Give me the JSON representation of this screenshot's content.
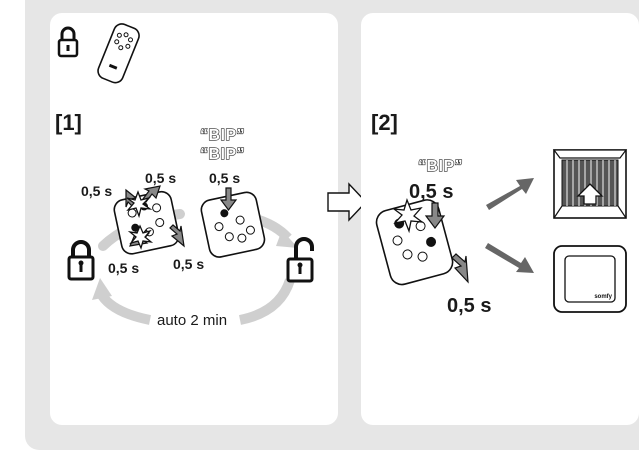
{
  "panel1": {
    "step_label": "[1]",
    "bip_top": "“BIP”",
    "bip_bottom": "“BIP”",
    "press_duration": "0,5 s",
    "auto_timeout": "auto 2 min"
  },
  "panel2": {
    "step_label": "[2]",
    "bip": "“BIP”",
    "press_duration": "0,5 s"
  },
  "switch_brand": "somfy",
  "icons": [
    "padlock-closed-icon",
    "padlock-open-icon",
    "remote-control-icon",
    "arrow-right-icon",
    "garage-door-icon",
    "wall-switch-icon",
    "star-burst-icon"
  ],
  "colors": {
    "backdrop": "#e6e6e6",
    "panel": "#ffffff",
    "arrow_gray": "#666666",
    "cycle_arrow": "#cccccc"
  }
}
